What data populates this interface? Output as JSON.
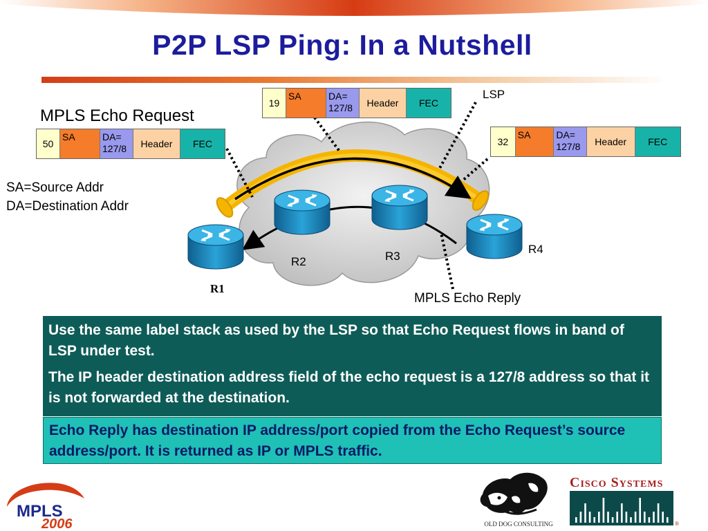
{
  "title": "P2P LSP Ping: In a Nutshell",
  "diagram": {
    "echo_request_label": "MPLS Echo Request",
    "sa_def": "SA=Source Addr",
    "da_def": "DA=Destination Addr",
    "lsp_label": "LSP",
    "echo_reply_label": "MPLS Echo Reply",
    "routers": [
      "R1",
      "R2",
      "R3",
      "R4"
    ],
    "packets": [
      {
        "label": "50",
        "sa": "SA",
        "da": "DA=\n127/8",
        "header": "Header",
        "fec": "FEC"
      },
      {
        "label": "19",
        "sa": "SA",
        "da": "DA=\n127/8",
        "header": "Header",
        "fec": "FEC"
      },
      {
        "label": "32",
        "sa": "SA",
        "da": "DA=\n127/8",
        "header": "Header",
        "fec": "FEC"
      }
    ]
  },
  "notes": {
    "p1": "Use the same label stack as used by the LSP so that Echo Request flows in band of LSP under test.",
    "p2": "The IP header destination address field of the echo request is a 127/8 address so that it is not forwarded at the destination.",
    "p3": "Echo Reply has destination IP address/port copied from the Echo Request’s source address/port. It is returned as IP or MPLS traffic."
  },
  "logos": {
    "mpls_text": "MPLS",
    "mpls_year": "2006",
    "dog_text": "OLD DOG CONSULTING",
    "cisco_text": "Cisco Systems"
  },
  "colors": {
    "title": "#1c1c9c",
    "accent_red": "#d43d16",
    "box_dark": "#0e5c57",
    "box_light": "#1fc0b6",
    "router_blue": "#1f8fc6",
    "lsp_pipe": "#f5b400"
  }
}
